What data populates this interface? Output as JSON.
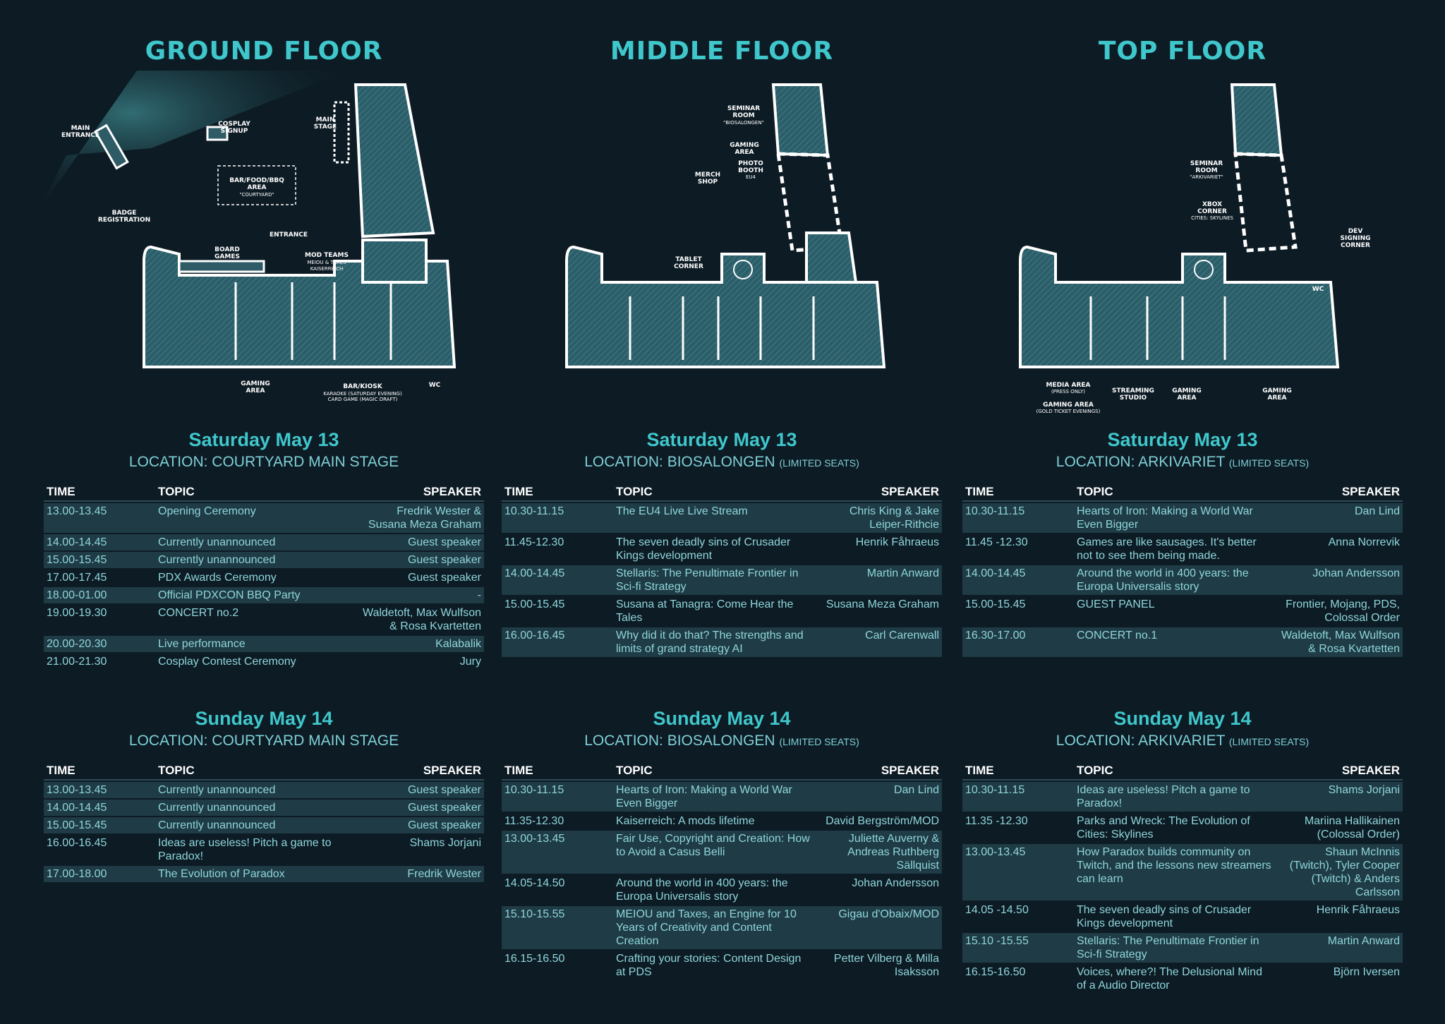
{
  "floors": {
    "ground": {
      "title": "GROUND FLOOR",
      "labels": {
        "main_entrance_1": "MAIN",
        "main_entrance_2": "ENTRANCE",
        "cosplay_1": "COSPLAY",
        "cosplay_2": "SIGNUP",
        "main_stage_1": "MAIN",
        "main_stage_2": "STAGE",
        "bar_1": "BAR/FOOD/BBQ",
        "bar_2": "AREA",
        "bar_3": "\"COURTYARD\"",
        "badge_1": "BADGE",
        "badge_2": "REGISTRATION",
        "entrance": "ENTRANCE",
        "board_1": "BOARD",
        "board_2": "GAMES",
        "mod_1": "MOD TEAMS",
        "mod_2": "MEIOU & TAXES",
        "mod_3": "KAISERREICH",
        "gaming_1": "GAMING",
        "gaming_2": "AREA",
        "kiosk_1": "BAR/KIOSK",
        "kiosk_2": "KARAOKE (SATURDAY EVENING)",
        "kiosk_3": "CARD GAME (MAGIC DRAFT)",
        "wc": "WC"
      }
    },
    "middle": {
      "title": "MIDDLE FLOOR",
      "labels": {
        "seminar_1": "SEMINAR",
        "seminar_2": "ROOM",
        "seminar_3": "\"BIOSALONGEN\"",
        "gaming_1": "GAMING",
        "gaming_2": "AREA",
        "photo_1": "PHOTO",
        "photo_2": "BOOTH",
        "photo_3": "EU4",
        "merch_1": "MERCH",
        "merch_2": "SHOP",
        "tablet_1": "TABLET",
        "tablet_2": "CORNER"
      }
    },
    "top": {
      "title": "TOP FLOOR",
      "labels": {
        "seminar_1": "SEMINAR",
        "seminar_2": "ROOM",
        "seminar_3": "\"ARKIVARIET\"",
        "xbox_1": "XBOX",
        "xbox_2": "CORNER",
        "xbox_3": "CITIES: SKYLINES",
        "dev_1": "DEV",
        "dev_2": "SIGNING",
        "dev_3": "CORNER",
        "wc": "WC",
        "media_1": "MEDIA AREA",
        "media_2": "(PRESS ONLY)",
        "gaming_gold_1": "GAMING AREA",
        "gaming_gold_2": "(GOLD TICKET EVENINGS)",
        "streaming_1": "STREAMING",
        "streaming_2": "STUDIO",
        "gaming_a_1": "GAMING",
        "gaming_a_2": "AREA",
        "gaming_b_1": "GAMING",
        "gaming_b_2": "AREA"
      }
    }
  },
  "headers": {
    "time": "TIME",
    "topic": "TOPIC",
    "speaker": "SPEAKER"
  },
  "schedules": {
    "ground_sat": {
      "day": "Saturday May 13",
      "location": "LOCATION: COURTYARD MAIN STAGE",
      "limited": "",
      "rows": [
        {
          "time": "13.00-13.45",
          "topic": "Opening Ceremony",
          "speaker": "Fredrik Wester & Susana Meza Graham"
        },
        {
          "time": "14.00-14.45",
          "topic": "Currently unannounced",
          "speaker": "Guest speaker"
        },
        {
          "time": "15.00-15.45",
          "topic": "Currently unannounced",
          "speaker": "Guest speaker"
        },
        {
          "time": "17.00-17.45",
          "topic": "PDX Awards Ceremony",
          "speaker": "Guest speaker"
        },
        {
          "time": "18.00-01.00",
          "topic": "Official PDXCON BBQ Party",
          "speaker": "-"
        },
        {
          "time": "19.00-19.30",
          "topic": "CONCERT no.2",
          "speaker": "Waldetoft, Max Wulfson & Rosa Kvartetten"
        },
        {
          "time": "20.00-20.30",
          "topic": "Live performance",
          "speaker": "Kalabalik"
        },
        {
          "time": "21.00-21.30",
          "topic": "Cosplay Contest Ceremony",
          "speaker": "Jury"
        }
      ]
    },
    "middle_sat": {
      "day": "Saturday May 13",
      "location": "LOCATION: BIOSALONGEN",
      "limited": "(LIMITED SEATS)",
      "rows": [
        {
          "time": "10.30-11.15",
          "topic": "The EU4 Live Live Stream",
          "speaker": "Chris King & Jake Leiper-Rithcie"
        },
        {
          "time": "11.45-12.30",
          "topic": "The seven deadly sins of Crusader Kings development",
          "speaker": "Henrik Fåhraeus"
        },
        {
          "time": "14.00-14.45",
          "topic": "Stellaris: The Penultimate Frontier in Sci-fi Strategy",
          "speaker": "Martin Anward"
        },
        {
          "time": "15.00-15.45",
          "topic": "Susana at Tanagra: Come Hear the Tales",
          "speaker": "Susana Meza Graham"
        },
        {
          "time": "16.00-16.45",
          "topic": "Why did it do that? The strengths and limits of grand strategy AI",
          "speaker": "Carl Carenwall"
        }
      ]
    },
    "top_sat": {
      "day": "Saturday May 13",
      "location": "LOCATION: ARKIVARIET",
      "limited": "(LIMITED SEATS)",
      "rows": [
        {
          "time": "10.30-11.15",
          "topic": "Hearts of Iron: Making a World War Even Bigger",
          "speaker": "Dan Lind"
        },
        {
          "time": "11.45 -12.30",
          "topic": "Games are like sausages. It's better not to see them being made.",
          "speaker": "Anna Norrevik"
        },
        {
          "time": "14.00-14.45",
          "topic": "Around the world in 400 years: the Europa Universalis story",
          "speaker": "Johan Andersson"
        },
        {
          "time": "15.00-15.45",
          "topic": "GUEST PANEL",
          "speaker": "Frontier, Mojang, PDS, Colossal Order"
        },
        {
          "time": "16.30-17.00",
          "topic": "CONCERT no.1",
          "speaker": "Waldetoft, Max Wulfson & Rosa Kvartetten"
        }
      ]
    },
    "ground_sun": {
      "day": "Sunday May 14",
      "location": "LOCATION: COURTYARD MAIN STAGE",
      "limited": "",
      "rows": [
        {
          "time": "13.00-13.45",
          "topic": "Currently unannounced",
          "speaker": "Guest speaker"
        },
        {
          "time": "14.00-14.45",
          "topic": "Currently unannounced",
          "speaker": "Guest speaker"
        },
        {
          "time": "15.00-15.45",
          "topic": "Currently unannounced",
          "speaker": "Guest speaker"
        },
        {
          "time": "16.00-16.45",
          "topic": "Ideas are useless! Pitch a game to Paradox!",
          "speaker": "Shams Jorjani"
        },
        {
          "time": "17.00-18.00",
          "topic": "The Evolution of Paradox",
          "speaker": "Fredrik Wester"
        }
      ]
    },
    "middle_sun": {
      "day": "Sunday May 14",
      "location": "LOCATION: BIOSALONGEN",
      "limited": "(LIMITED SEATS)",
      "rows": [
        {
          "time": "10.30-11.15",
          "topic": "Hearts of Iron: Making a World War Even Bigger",
          "speaker": "Dan Lind"
        },
        {
          "time": "11.35-12.30",
          "topic": "Kaiserreich: A mods lifetime",
          "speaker": "David Bergström/MOD"
        },
        {
          "time": "13.00-13.45",
          "topic": "Fair Use, Copyright and Creation: How to Avoid a Casus Belli",
          "speaker": "Juliette Auverny & Andreas Ruthberg Sällquist"
        },
        {
          "time": "14.05-14.50",
          "topic": "Around the world in 400 years: the Europa Universalis story",
          "speaker": "Johan Andersson"
        },
        {
          "time": "15.10-15.55",
          "topic": "MEIOU and Taxes, an Engine for 10 Years of Creativity and Content Creation",
          "speaker": "Gigau d'Obaix/MOD"
        },
        {
          "time": "16.15-16.50",
          "topic": "Crafting your stories: Content Design at PDS",
          "speaker": "Petter Vilberg & Milla Isaksson"
        }
      ]
    },
    "top_sun": {
      "day": "Sunday May 14",
      "location": "LOCATION: ARKIVARIET",
      "limited": "(LIMITED SEATS)",
      "rows": [
        {
          "time": "10.30-11.15",
          "topic": "Ideas are useless! Pitch a game to Paradox!",
          "speaker": "Shams Jorjani"
        },
        {
          "time": "11.35 -12.30",
          "topic": "Parks and Wreck: The Evolution of Cities: Skylines",
          "speaker": "Mariina Hallikainen (Colossal Order)"
        },
        {
          "time": "13.00-13.45",
          "topic": "How Paradox builds community on Twitch, and the lessons new streamers can learn",
          "speaker": "Shaun McInnis (Twitch), Tyler Cooper (Twitch) & Anders Carlsson"
        },
        {
          "time": "14.05 -14.50",
          "topic": "The seven deadly sins of Crusader Kings development",
          "speaker": "Henrik Fåhraeus"
        },
        {
          "time": "15.10 -15.55",
          "topic": "Stellaris: The Penultimate Frontier in Sci-fi Strategy",
          "speaker": "Martin Anward"
        },
        {
          "time": "16.15-16.50",
          "topic": "Voices, where?! The Delusional Mind of a Audio Director",
          "speaker": "Björn Iversen"
        }
      ]
    }
  },
  "colors": {
    "background": "#0d1b24",
    "accent": "#3fc7cc",
    "row_shade": "#1f3b45"
  }
}
